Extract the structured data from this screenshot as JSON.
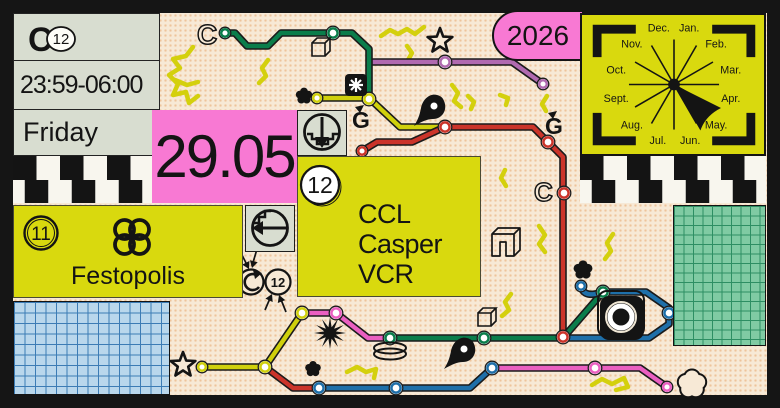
{
  "poster": {
    "logo": {
      "letter": "C",
      "number": "12"
    },
    "time_range": "23:59-06:00",
    "day": "Friday",
    "date": "29.05",
    "year": "2026",
    "venue": {
      "badge_number": "11",
      "name": "Festopolis"
    },
    "lineup": {
      "badge_number": "12",
      "artists": [
        "CCL",
        "Casper",
        "VCR"
      ]
    },
    "mini_badge_number": "12"
  },
  "calendar": {
    "months": [
      "Jan.",
      "Feb.",
      "Mar.",
      "Apr.",
      "May.",
      "Jun.",
      "Jul.",
      "Aug.",
      "Sept.",
      "Oct.",
      "Nov.",
      "Dec."
    ],
    "highlighted_month": "May."
  },
  "decor": {
    "c_outline_glyph": "C",
    "g_arrow_glyph": "G"
  },
  "colors": {
    "pink": "#f879d3",
    "yellow": "#d9d90e",
    "cream": "#f7e9d6",
    "frame_black": "#151515",
    "sage_tile": "#d8ddd0",
    "line_green": "#0a7d4b",
    "line_red": "#cb342a",
    "line_blue": "#1e6fa9",
    "line_yellow": "#d0d00c",
    "line_purple": "#b06ab0",
    "line_pink": "#ea5fc1",
    "teal_grid": "#80cba3",
    "blue_grid": "#b9d7ec"
  }
}
